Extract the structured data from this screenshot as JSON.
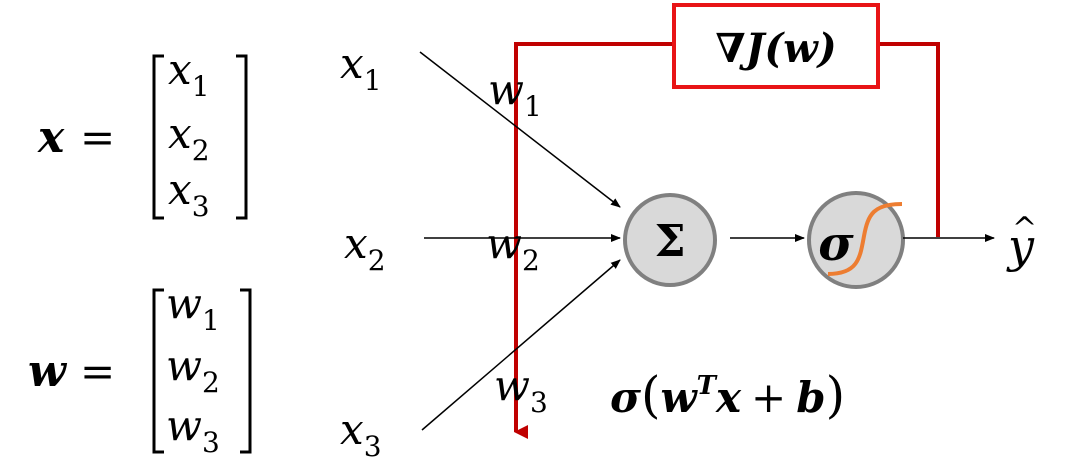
{
  "vectors": {
    "x": {
      "name": "x",
      "equals": "=",
      "entries": [
        {
          "base": "x",
          "sub": "1"
        },
        {
          "base": "x",
          "sub": "2"
        },
        {
          "base": "x",
          "sub": "3"
        }
      ]
    },
    "w": {
      "name": "w",
      "equals": "=",
      "entries": [
        {
          "base": "w",
          "sub": "1"
        },
        {
          "base": "w",
          "sub": "2"
        },
        {
          "base": "w",
          "sub": "3"
        }
      ]
    }
  },
  "inputs": [
    {
      "base": "x",
      "sub": "1"
    },
    {
      "base": "x",
      "sub": "2"
    },
    {
      "base": "x",
      "sub": "3"
    }
  ],
  "weights": [
    {
      "base": "w",
      "sub": "1"
    },
    {
      "base": "w",
      "sub": "2"
    },
    {
      "base": "w",
      "sub": "3"
    }
  ],
  "nodes": {
    "sum_symbol": "Σ",
    "activation_symbol": "σ"
  },
  "output": {
    "symbol": "y",
    "hat": "^"
  },
  "gradient": {
    "label": "∇J(w)"
  },
  "formula": {
    "sigma": "σ",
    "open": "(",
    "w": "w",
    "T": "T",
    "x": "x",
    "plus": "+",
    "b": "b",
    "close": ")"
  },
  "colors": {
    "gradient_path": "#c00000",
    "gradient_box": "#e81416",
    "node_fill": "#d9d9d9",
    "node_stroke": "#808080",
    "sigmoid_curve": "#ed7d31"
  }
}
